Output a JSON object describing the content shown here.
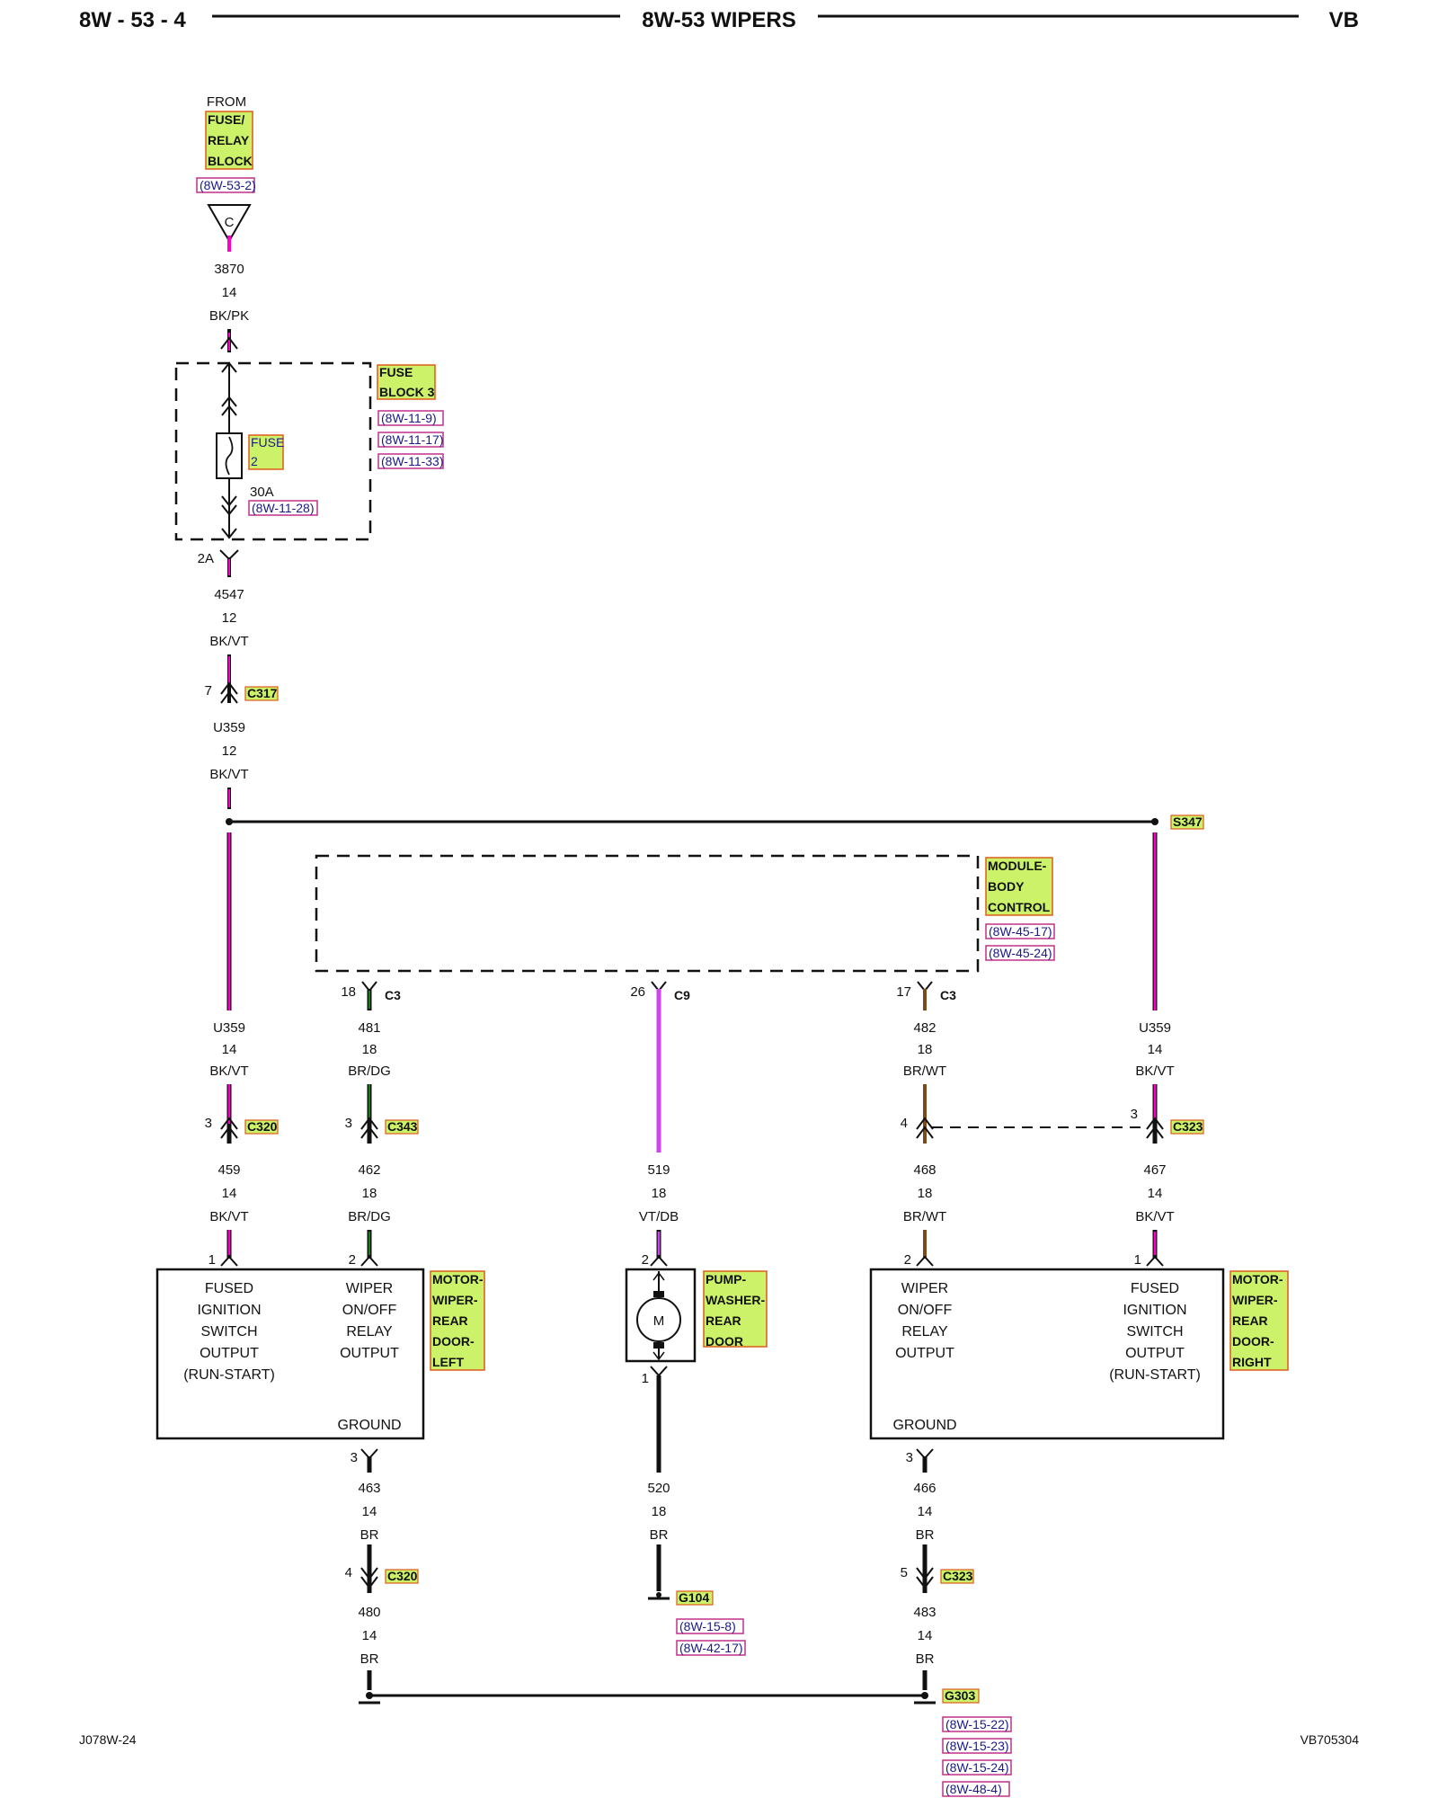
{
  "header": {
    "page_number": "8W - 53 - 4",
    "title": "8W-53 WIPERS",
    "model": "VB"
  },
  "footer": {
    "left_code": "J078W-24",
    "right_code": "VB705304"
  },
  "source": {
    "from": "FROM",
    "name_lines": [
      "FUSE/",
      "RELAY",
      "BLOCK"
    ],
    "ref": "(8W-53-2)",
    "connector": "C",
    "wire": {
      "circuit": "3870",
      "gauge": "14",
      "color": "BK/PK"
    }
  },
  "fuse_block": {
    "name_lines": [
      "FUSE",
      "BLOCK 3"
    ],
    "refs": [
      "(8W-11-9)",
      "(8W-11-17)",
      "(8W-11-33)"
    ],
    "fuse_label_lines": [
      "FUSE",
      "2"
    ],
    "rating": "30A",
    "fuse_ref": "(8W-11-28)",
    "output_pin": "2A"
  },
  "wire_4547": {
    "circuit": "4547",
    "gauge": "12",
    "color": "BK/VT"
  },
  "c317": {
    "pin": "7",
    "name": "C317"
  },
  "wire_u359_top": {
    "circuit": "U359",
    "gauge": "12",
    "color": "BK/VT"
  },
  "splice": {
    "name": "S347"
  },
  "bcm": {
    "name_lines": [
      "MODULE-",
      "BODY",
      "CONTROL"
    ],
    "refs": [
      "(8W-45-17)",
      "(8W-45-24)"
    ]
  },
  "bcm_pins": [
    {
      "pin": "18",
      "conn": "C3"
    },
    {
      "pin": "26",
      "conn": "C9"
    },
    {
      "pin": "17",
      "conn": "C3"
    }
  ],
  "left_col": {
    "upper": {
      "circuit": "U359",
      "gauge": "14",
      "color": "BK/VT"
    },
    "conn": {
      "pin": "3",
      "name": "C320"
    },
    "lower": {
      "circuit": "459",
      "gauge": "14",
      "color": "BK/VT"
    },
    "motor_pin": "1"
  },
  "col_481": {
    "upper": {
      "circuit": "481",
      "gauge": "18",
      "color": "BR/DG"
    },
    "conn": {
      "pin": "3",
      "name": "C343"
    },
    "lower": {
      "circuit": "462",
      "gauge": "18",
      "color": "BR/DG"
    },
    "motor_pin": "2"
  },
  "col_519": {
    "wire": {
      "circuit": "519",
      "gauge": "18",
      "color": "VT/DB"
    },
    "pump_pin_top": "2",
    "pump_pin_bottom": "1",
    "ground_wire": {
      "circuit": "520",
      "gauge": "18",
      "color": "BR"
    },
    "ground": "G104",
    "ground_refs": [
      "(8W-15-8)",
      "(8W-42-17)"
    ]
  },
  "col_482": {
    "upper": {
      "circuit": "482",
      "gauge": "18",
      "color": "BR/WT"
    },
    "conn": {
      "pin": "4",
      "name": ""
    },
    "lower": {
      "circuit": "468",
      "gauge": "18",
      "color": "BR/WT"
    },
    "motor_pin": "2"
  },
  "right_col": {
    "upper": {
      "circuit": "U359",
      "gauge": "14",
      "color": "BK/VT"
    },
    "conn": {
      "pin": "3",
      "name": "C323"
    },
    "lower": {
      "circuit": "467",
      "gauge": "14",
      "color": "BK/VT"
    },
    "motor_pin": "1"
  },
  "motor_left": {
    "name_lines": [
      "MOTOR-",
      "WIPER-",
      "REAR",
      "DOOR-",
      "LEFT"
    ],
    "left_text": [
      "FUSED",
      "IGNITION",
      "SWITCH",
      "OUTPUT",
      "(RUN-START)"
    ],
    "right_text": [
      "WIPER",
      "ON/OFF",
      "RELAY",
      "OUTPUT"
    ],
    "ground_label": "GROUND",
    "ground_pin": "3",
    "ground_wire": {
      "circuit": "463",
      "gauge": "14",
      "color": "BR"
    },
    "conn": {
      "pin": "4",
      "name": "C320"
    },
    "ground_wire2": {
      "circuit": "480",
      "gauge": "14",
      "color": "BR"
    }
  },
  "pump": {
    "name_lines": [
      "PUMP-",
      "WASHER-",
      "REAR",
      "DOOR"
    ],
    "symbol": "M"
  },
  "motor_right": {
    "name_lines": [
      "MOTOR-",
      "WIPER-",
      "REAR",
      "DOOR-",
      "RIGHT"
    ],
    "left_text": [
      "WIPER",
      "ON/OFF",
      "RELAY",
      "OUTPUT"
    ],
    "right_text": [
      "FUSED",
      "IGNITION",
      "SWITCH",
      "OUTPUT",
      "(RUN-START)"
    ],
    "ground_label": "GROUND",
    "ground_pin": "3",
    "ground_wire": {
      "circuit": "466",
      "gauge": "14",
      "color": "BR"
    },
    "conn": {
      "pin": "5",
      "name": "C323"
    },
    "ground_wire2": {
      "circuit": "483",
      "gauge": "14",
      "color": "BR"
    },
    "ground": "G303",
    "ground_refs": [
      "(8W-15-22)",
      "(8W-15-23)",
      "(8W-15-24)",
      "(8W-48-4)"
    ]
  }
}
